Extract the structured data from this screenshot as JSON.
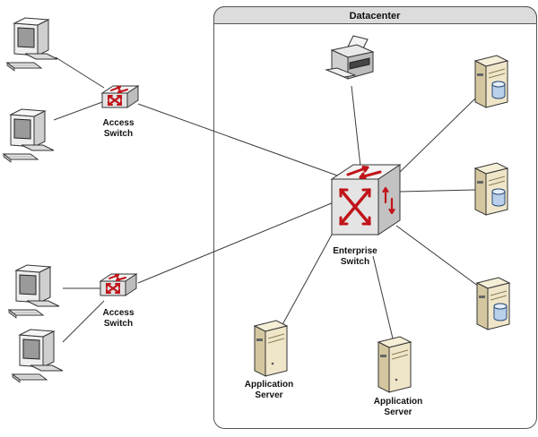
{
  "datacenter": {
    "title": "Datacenter"
  },
  "access_switch_top": {
    "line1": "Access",
    "line2": "Switch"
  },
  "access_switch_bottom": {
    "line1": "Access",
    "line2": "Switch"
  },
  "enterprise_switch": {
    "line1": "Enterprise",
    "line2": "Switch"
  },
  "app_server_left": {
    "line1": "Application",
    "line2": "Server"
  },
  "app_server_right": {
    "line1": "Application",
    "line2": "Server"
  },
  "icons": {
    "workstation": "desktop-computer-icon",
    "access_switch": "network-switch-icon",
    "enterprise_switch": "enterprise-switch-icon",
    "printer": "printer-icon",
    "database_server": "database-server-icon",
    "application_server": "application-server-icon"
  },
  "colors": {
    "switch_arrows": "#c0141a",
    "server_body": "#efe6c9",
    "frame_border": "#555555"
  }
}
